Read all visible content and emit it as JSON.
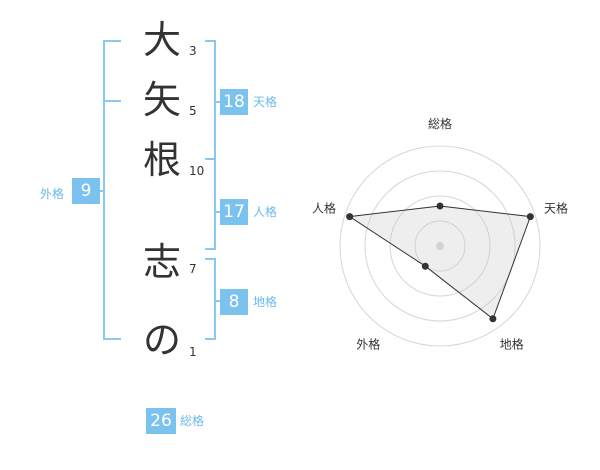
{
  "name": {
    "chars": [
      {
        "char": "大",
        "strokes": "3"
      },
      {
        "char": "矢",
        "strokes": "5"
      },
      {
        "char": "根",
        "strokes": "10"
      },
      {
        "char": "",
        "strokes": ""
      },
      {
        "char": "志",
        "strokes": "7"
      },
      {
        "char": "の",
        "strokes": "1"
      }
    ]
  },
  "kaku": {
    "tenkaku": {
      "value": "18",
      "label": "天格"
    },
    "jinkaku": {
      "value": "17",
      "label": "人格"
    },
    "chikaku": {
      "value": "8",
      "label": "地格"
    },
    "gaikaku": {
      "value": "9",
      "label": "外格"
    },
    "soukaku": {
      "value": "26",
      "label": "総格"
    }
  },
  "colors": {
    "accent": "#7cc2ee",
    "bracket": "#8ac8f0",
    "text": "#333333"
  },
  "chart_data": {
    "type": "radar",
    "axes": [
      "総格",
      "天格",
      "地格",
      "外格",
      "人格"
    ],
    "values": [
      0.4,
      0.95,
      0.9,
      0.25,
      0.95
    ],
    "max": 1,
    "rings": 4,
    "grid": true
  }
}
